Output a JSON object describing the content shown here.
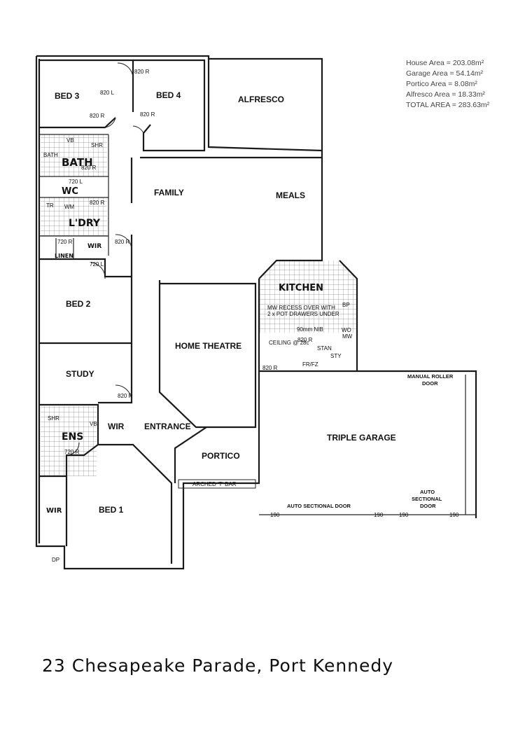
{
  "areas": [
    "House Area = 203.08m²",
    "Garage Area = 54.14m²",
    "Portico Area = 8.08m²",
    "Alfresco Area = 18.33m²",
    "TOTAL AREA = 283.63m²"
  ],
  "rooms": {
    "bed3": "BED 3",
    "bed4": "BED 4",
    "alfresco": "ALFRESCO",
    "bath": "BATH",
    "wc": "WC",
    "family": "FAMILY",
    "meals": "MEALS",
    "ldry": "L'DRY",
    "wir_hall": "WIR",
    "linen": "LINEN",
    "kitchen": "KITCHEN",
    "bed2": "BED 2",
    "home_theatre": "HOME THEATRE",
    "study": "STUDY",
    "ens": "ENS",
    "wir_ens": "WIR",
    "entrance": "ENTRANCE",
    "triple_garage": "TRIPLE GARAGE",
    "portico": "PORTICO",
    "wir_bed1": "WIR",
    "bed1": "BED 1"
  },
  "fixtures": {
    "vb": "VB",
    "shr": "SHR",
    "bath_small": "BATH",
    "tr": "TR",
    "wm": "WM",
    "shr2": "SHR",
    "vb2": "VB",
    "dp": "DP",
    "wo": "WO",
    "mw": "MW",
    "fr_fz": "FR/FZ",
    "bp": "BP"
  },
  "notes": {
    "arched_bar": "ARCHED 'T' BAR",
    "auto_sectional_door_1": "AUTO SECTIONAL DOOR",
    "auto_sectional_door_2_l1": "AUTO",
    "auto_sectional_door_2_l2": "SECTIONAL",
    "auto_sectional_door_2_l3": "DOOR",
    "manual_roller_l1": "MANUAL ROLLER",
    "manual_roller_l2": "DOOR",
    "mw_recess_l1": "MW RECESS OVER WITH",
    "mw_recess_l2": "2 x POT DRAWERS UNDER",
    "bulkhead": "90mm NIB",
    "ceiling": "CEILING @ 28c",
    "stair": "STAN",
    "pantry": "STY"
  },
  "door_sizes": {
    "d1": "820 R",
    "d2": "820 L",
    "d3": "820 R",
    "d4": "820 R",
    "d5": "820 R",
    "d6": "720 L",
    "d7": "820 R",
    "d8": "720 R",
    "d9": "720 L",
    "d10": "820 R",
    "d11": "820 R",
    "d12": "720 R",
    "d13": "820 R",
    "d14": "820 R",
    "g1": "190",
    "g2": "190",
    "g3": "190",
    "g4": "190"
  },
  "address": "23 Chesapeake Parade, Port Kennedy"
}
